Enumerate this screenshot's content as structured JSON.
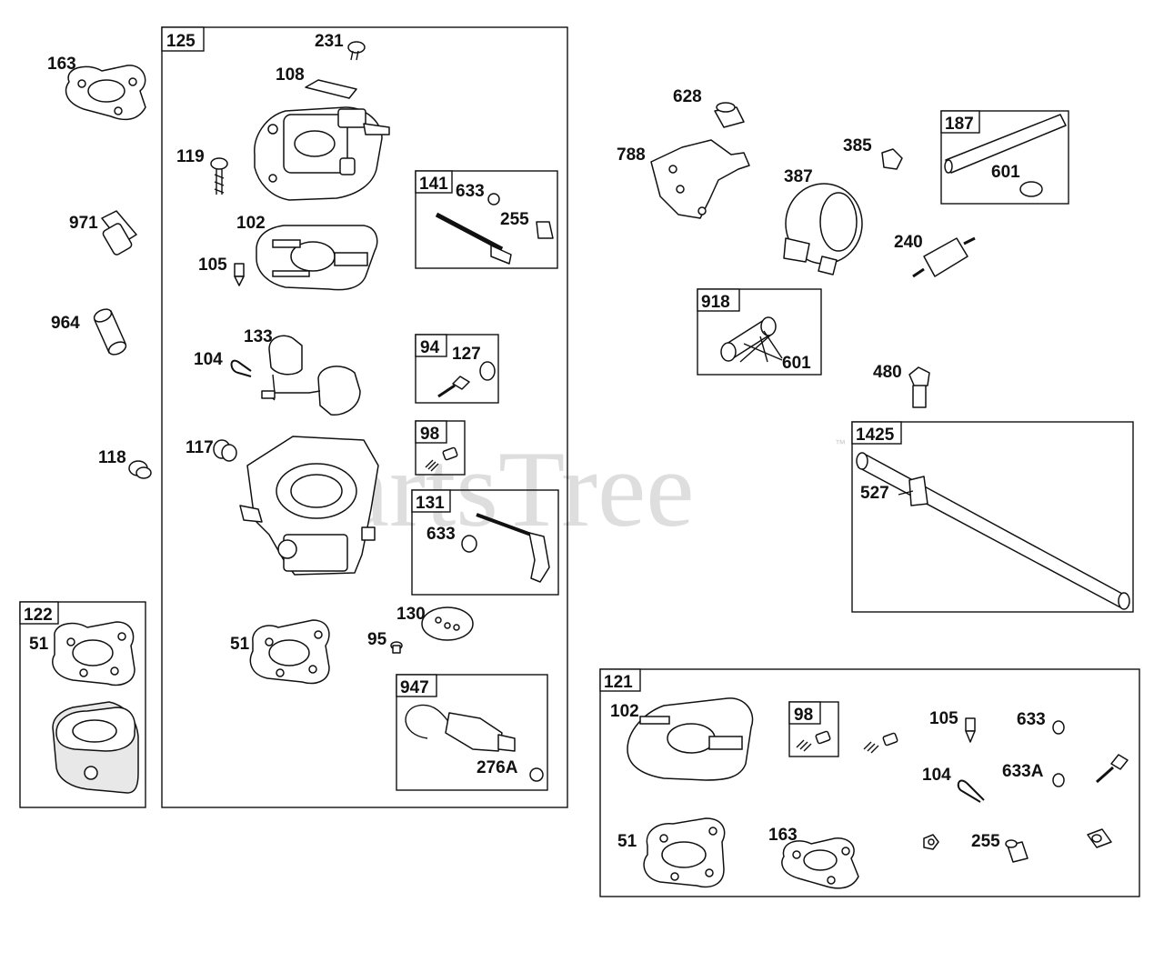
{
  "watermark": {
    "text": "PartsTree",
    "trademark": "™"
  },
  "groups": {
    "g125": "125",
    "g141": "141",
    "g94": "94",
    "g98a": "98",
    "g131": "131",
    "g947": "947",
    "g122": "122",
    "g187": "187",
    "g918": "918",
    "g1425": "1425",
    "g121": "121",
    "g98b": "98"
  },
  "labels": {
    "l163a": "163",
    "l971": "971",
    "l964": "964",
    "l118": "118",
    "l51a": "51",
    "l231": "231",
    "l108": "108",
    "l119": "119",
    "l102a": "102",
    "l105a": "105",
    "l633a": "633",
    "l255a": "255",
    "l133": "133",
    "l104a": "104",
    "l127": "127",
    "l117": "117",
    "l633b": "633",
    "l130": "130",
    "l51b": "51",
    "l95": "95",
    "l276a": "276A",
    "l628": "628",
    "l788": "788",
    "l385": "385",
    "l387": "387",
    "l601a": "601",
    "l240": "240",
    "l601b": "601",
    "l480": "480",
    "l527": "527",
    "l102b": "102",
    "l105b": "105",
    "l633c": "633",
    "l104b": "104",
    "l633d": "633A",
    "l51c": "51",
    "l163b": "163",
    "l255b": "255"
  }
}
